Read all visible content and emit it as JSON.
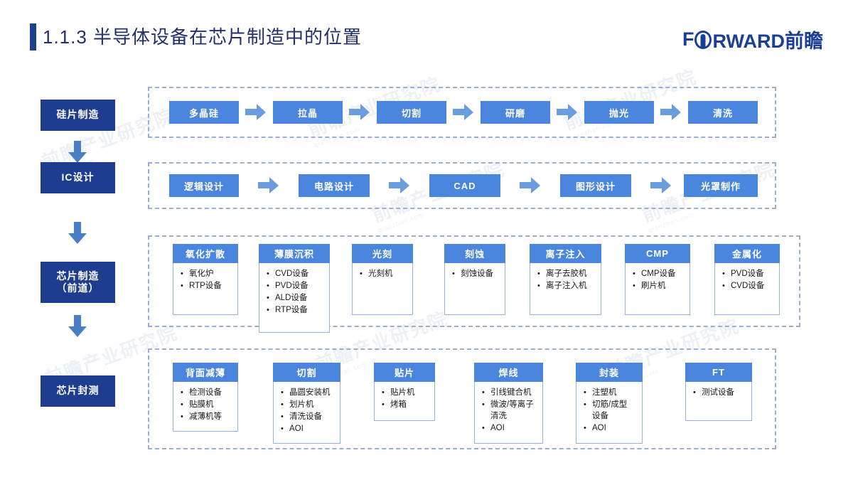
{
  "header": {
    "title": "1.1.3 半导体设备在芯片制造中的位置",
    "logo_text_before": "F",
    "logo_text_after": "RWARD前瞻"
  },
  "colors": {
    "navy": "#1f3d8f",
    "blue": "#4a86dd",
    "arrow_blue": "#4a7fc8",
    "dash_border": "#9aaed6",
    "card_border": "#94b0dd",
    "title_text": "#22316b",
    "watermark": "#dfe4ee"
  },
  "watermark": {
    "text": "前瞻产业研究院",
    "sub": "qianzhan.com"
  },
  "stages": [
    {
      "label": "硅片制造"
    },
    {
      "label": "IC设计"
    },
    {
      "label": "芯片制造\n（前道）"
    },
    {
      "label": "芯片封测"
    }
  ],
  "rows": [
    {
      "id": "silicon-wafer-manufacturing",
      "type": "pills",
      "items": [
        {
          "label": "多晶硅"
        },
        {
          "label": "拉晶"
        },
        {
          "label": "切割"
        },
        {
          "label": "研磨"
        },
        {
          "label": "抛光"
        },
        {
          "label": "清洗"
        }
      ]
    },
    {
      "id": "ic-design",
      "type": "pills",
      "items": [
        {
          "label": "逻辑设计"
        },
        {
          "label": "电路设计"
        },
        {
          "label": "CAD"
        },
        {
          "label": "图形设计"
        },
        {
          "label": "光罩制作"
        }
      ]
    },
    {
      "id": "chip-fabrication-front-end",
      "type": "cards",
      "items": [
        {
          "title": "氧化扩散",
          "equipment": [
            "氧化炉",
            "RTP设备"
          ]
        },
        {
          "title": "薄膜沉积",
          "equipment": [
            "CVD设备",
            "PVD设备",
            "ALD设备",
            "RTP设备"
          ]
        },
        {
          "title": "光刻",
          "equipment": [
            "光刻机"
          ]
        },
        {
          "title": "刻蚀",
          "equipment": [
            "刻蚀设备"
          ]
        },
        {
          "title": "离子注入",
          "equipment": [
            "离子去胶机",
            "离子注入机"
          ]
        },
        {
          "title": "CMP",
          "equipment": [
            "CMP设备",
            "刷片机"
          ]
        },
        {
          "title": "金属化",
          "equipment": [
            "PVD设备",
            "CVD设备"
          ]
        }
      ]
    },
    {
      "id": "chip-packaging-testing",
      "type": "cards",
      "items": [
        {
          "title": "背面减薄",
          "equipment": [
            "检测设备",
            "贴膜机",
            "减薄机等"
          ]
        },
        {
          "title": "切割",
          "equipment": [
            "晶圆安装机",
            "划片机",
            "清洗设备",
            "AOI"
          ]
        },
        {
          "title": "贴片",
          "equipment": [
            "贴片机",
            "烤箱"
          ]
        },
        {
          "title": "焊线",
          "equipment": [
            "引线键合机",
            "微波/等离子\n清洗",
            "AOI"
          ]
        },
        {
          "title": "封装",
          "equipment": [
            "注塑机",
            "切筋/成型\n设备",
            "AOI"
          ]
        },
        {
          "title": "FT",
          "equipment": [
            "测试设备"
          ]
        }
      ]
    }
  ]
}
